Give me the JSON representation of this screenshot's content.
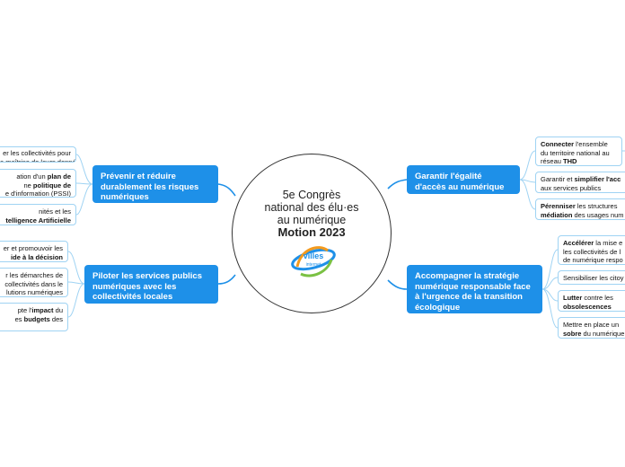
{
  "center": {
    "title_lines": [
      "5e Congrès",
      "national des élu·es",
      "au numérique"
    ],
    "subtitle": "Motion 2023",
    "logo_text": [
      "villes",
      "internet"
    ]
  },
  "branches": [
    {
      "id": "top-left",
      "label": "Prévenir et réduire durablement les risques numériques",
      "children": [
        [
          [
            {
              "t": "er les collectivités pour",
              "b": false
            }
          ],
          [
            {
              "t": "a maîtrise de leurs données",
              "b": false
            }
          ]
        ],
        [
          [
            {
              "t": "ation d'un ",
              "b": false
            },
            {
              "t": "plan de",
              "b": true
            }
          ],
          [
            {
              "t": "ne ",
              "b": false
            },
            {
              "t": "politique de",
              "b": true
            }
          ],
          [
            {
              "t": "e d'information (PSSI)",
              "b": false
            }
          ]
        ],
        [
          [
            {
              "t": "nités et les",
              "b": false
            }
          ],
          [
            {
              "t": "telligence Artificielle",
              "b": true
            }
          ]
        ]
      ]
    },
    {
      "id": "bottom-left",
      "label": "Piloter les services publics numériques avec les collectivités locales",
      "children": [
        [
          [
            {
              "t": "er et promouvoir les",
              "b": false
            }
          ],
          [
            {
              "t": "ide à la décision",
              "b": true
            }
          ]
        ],
        [
          [
            {
              "t": "r les démarches de",
              "b": false
            }
          ],
          [
            {
              "t": " collectivités dans le",
              "b": false
            }
          ],
          [
            {
              "t": "lutions numériques",
              "b": false
            }
          ]
        ],
        [
          [
            {
              "t": "pte l'",
              "b": false
            },
            {
              "t": "impact",
              "b": true
            },
            {
              "t": " du",
              "b": false
            }
          ],
          [
            {
              "t": "es ",
              "b": false
            },
            {
              "t": "budgets",
              "b": true
            },
            {
              "t": " des",
              "b": false
            }
          ]
        ]
      ]
    },
    {
      "id": "top-right",
      "label": "Garantir l'égalité d'accès au numérique",
      "children": [
        [
          [
            {
              "t": "Connecter",
              "b": true
            },
            {
              "t": " l'ensemble",
              "b": false
            }
          ],
          [
            {
              "t": "du territoire national au",
              "b": false
            }
          ],
          [
            {
              "t": "réseau ",
              "b": false
            },
            {
              "t": "THD",
              "b": true
            }
          ]
        ],
        [
          [
            {
              "t": "Garantir et ",
              "b": false
            },
            {
              "t": "simplifier l'acc",
              "b": true
            }
          ],
          [
            {
              "t": "aux services publics",
              "b": false
            }
          ]
        ],
        [
          [
            {
              "t": "Pérenniser",
              "b": true
            },
            {
              "t": " les structures",
              "b": false
            }
          ],
          [
            {
              "t": "médiation",
              "b": true
            },
            {
              "t": " des usages num",
              "b": false
            }
          ]
        ]
      ]
    },
    {
      "id": "bottom-right",
      "label": "Accompagner la stratégie numérique responsable face à l'urgence de la transition écologique",
      "children": [
        [
          [
            {
              "t": "Accélérer",
              "b": true
            },
            {
              "t": " la mise e",
              "b": false
            }
          ],
          [
            {
              "t": "les collectivités de l",
              "b": false
            }
          ],
          [
            {
              "t": "de numérique respo",
              "b": false
            }
          ]
        ],
        [
          [
            {
              "t": "Sensibiliser les citoy",
              "b": false
            }
          ]
        ],
        [
          [
            {
              "t": "Lutter",
              "b": true
            },
            {
              "t": " contre les",
              "b": false
            }
          ],
          [
            {
              "t": "obsolescences",
              "b": true
            }
          ]
        ],
        [
          [
            {
              "t": "Mettre en place un",
              "b": false
            }
          ],
          [
            {
              "t": "sobre",
              "b": true
            },
            {
              "t": " du numérique",
              "b": false
            }
          ]
        ]
      ]
    }
  ],
  "colors": {
    "main_fill": "#1e90e8",
    "branch_line": "#1e90e8",
    "child_line": "#9fd3f3",
    "child_border": "#9fd3f3"
  }
}
